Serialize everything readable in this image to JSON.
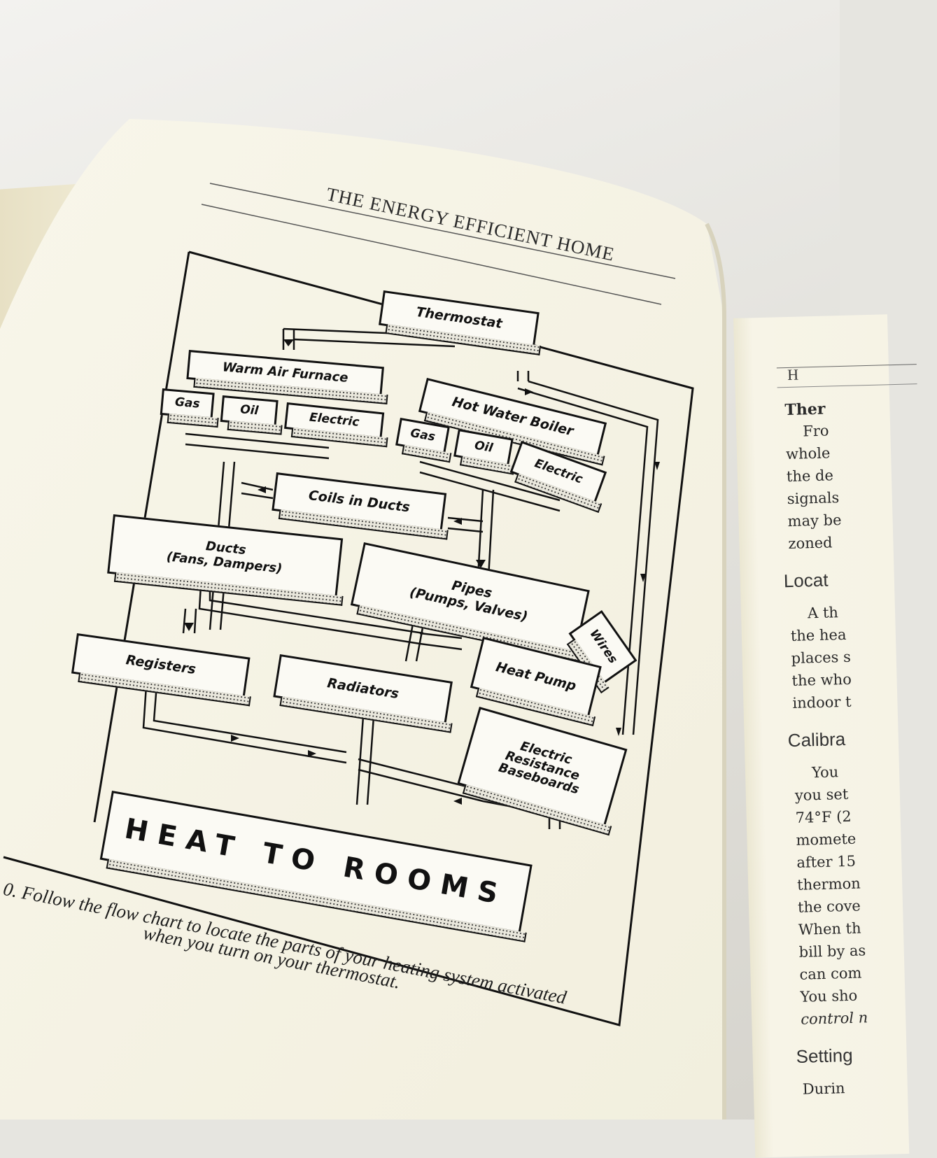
{
  "page_header": "THE ENERGY EFFICIENT HOME",
  "diagram": {
    "thermostat": "Thermostat",
    "warm_air_furnace": "Warm Air Furnace",
    "furnace_gas": "Gas",
    "furnace_oil": "Oil",
    "furnace_electric": "Electric",
    "hot_water_boiler": "Hot Water Boiler",
    "boiler_gas": "Gas",
    "boiler_oil": "Oil",
    "boiler_electric": "Electric",
    "coils_in_ducts": "Coils in Ducts",
    "ducts_line1": "Ducts",
    "ducts_line2": "(Fans, Dampers)",
    "pipes_line1": "Pipes",
    "pipes_line2": "(Pumps, Valves)",
    "wires": "Wires",
    "registers": "Registers",
    "radiators": "Radiators",
    "heat_pump": "Heat Pump",
    "electric_resistance_line1": "Electric",
    "electric_resistance_line2": "Resistance",
    "electric_resistance_line3": "Baseboards",
    "heat_to_rooms": "HEAT TO ROOMS"
  },
  "caption": {
    "line1": "0. Follow the flow chart to locate the parts of your heating system activated",
    "line2": "when you turn on your thermostat."
  },
  "right_page": {
    "header_fragment": "H",
    "lines": [
      {
        "text": "Ther",
        "style": "bold"
      },
      {
        "text": "Fro",
        "style": "body"
      },
      {
        "text": "whole",
        "style": "body"
      },
      {
        "text": "the de",
        "style": "body"
      },
      {
        "text": "signals",
        "style": "body"
      },
      {
        "text": "may be",
        "style": "body"
      },
      {
        "text": "zoned",
        "style": "body"
      },
      {
        "text": "Locat",
        "style": "sub"
      },
      {
        "text": "A th",
        "style": "body"
      },
      {
        "text": "the hea",
        "style": "body"
      },
      {
        "text": "places s",
        "style": "body"
      },
      {
        "text": "the who",
        "style": "body"
      },
      {
        "text": "indoor t",
        "style": "body"
      },
      {
        "text": "Calibra",
        "style": "sub"
      },
      {
        "text": "You",
        "style": "body"
      },
      {
        "text": "you set",
        "style": "body"
      },
      {
        "text": "74°F (2",
        "style": "body"
      },
      {
        "text": "momete",
        "style": "body"
      },
      {
        "text": "after 15",
        "style": "body"
      },
      {
        "text": "thermon",
        "style": "body"
      },
      {
        "text": "the cove",
        "style": "body"
      },
      {
        "text": "When th",
        "style": "body"
      },
      {
        "text": "bill by as",
        "style": "body"
      },
      {
        "text": "can com",
        "style": "body"
      },
      {
        "text": "You sho",
        "style": "body"
      },
      {
        "text": "control n",
        "style": "italic"
      },
      {
        "text": "Setting",
        "style": "sub"
      },
      {
        "text": "Durin",
        "style": "body"
      }
    ]
  }
}
